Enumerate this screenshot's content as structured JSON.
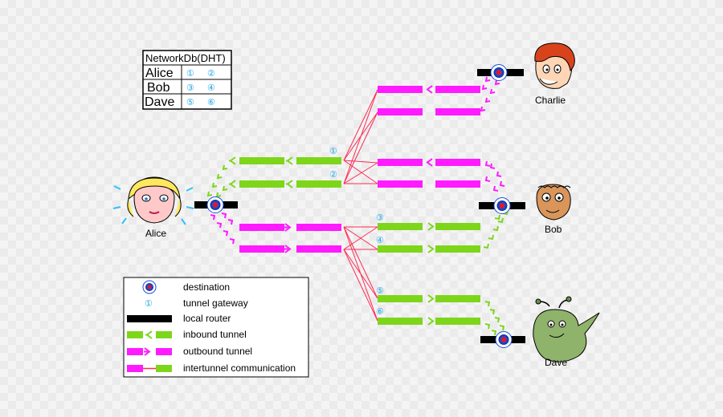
{
  "dht": {
    "title": "NetworkDb(DHT)",
    "rows": [
      {
        "name": "Alice",
        "ids": [
          "①",
          "②"
        ]
      },
      {
        "name": "Bob",
        "ids": [
          "③",
          "④"
        ]
      },
      {
        "name": "Dave",
        "ids": [
          "⑤",
          "⑥"
        ]
      }
    ]
  },
  "people": {
    "alice": "Alice",
    "charlie": "Charlie",
    "bob": "Bob",
    "dave": "Dave"
  },
  "gateways": [
    "①",
    "②",
    "③",
    "④",
    "⑤",
    "⑥"
  ],
  "legend": {
    "destination": "destination",
    "tunnel_gateway": "tunnel gateway",
    "gateway_symbol": "①",
    "local_router": "local router",
    "inbound_tunnel": "inbound tunnel",
    "outbound_tunnel": "outbound tunnel",
    "intertunnel": "intertunnel communication"
  },
  "colors": {
    "inbound": "#7dd61a",
    "outbound": "#ff1aff",
    "link": "#ff2a55",
    "router": "#000000",
    "gateway_text": "#1ba4e6",
    "destination_blue": "#1e4fd6",
    "destination_red": "#e0162b"
  }
}
